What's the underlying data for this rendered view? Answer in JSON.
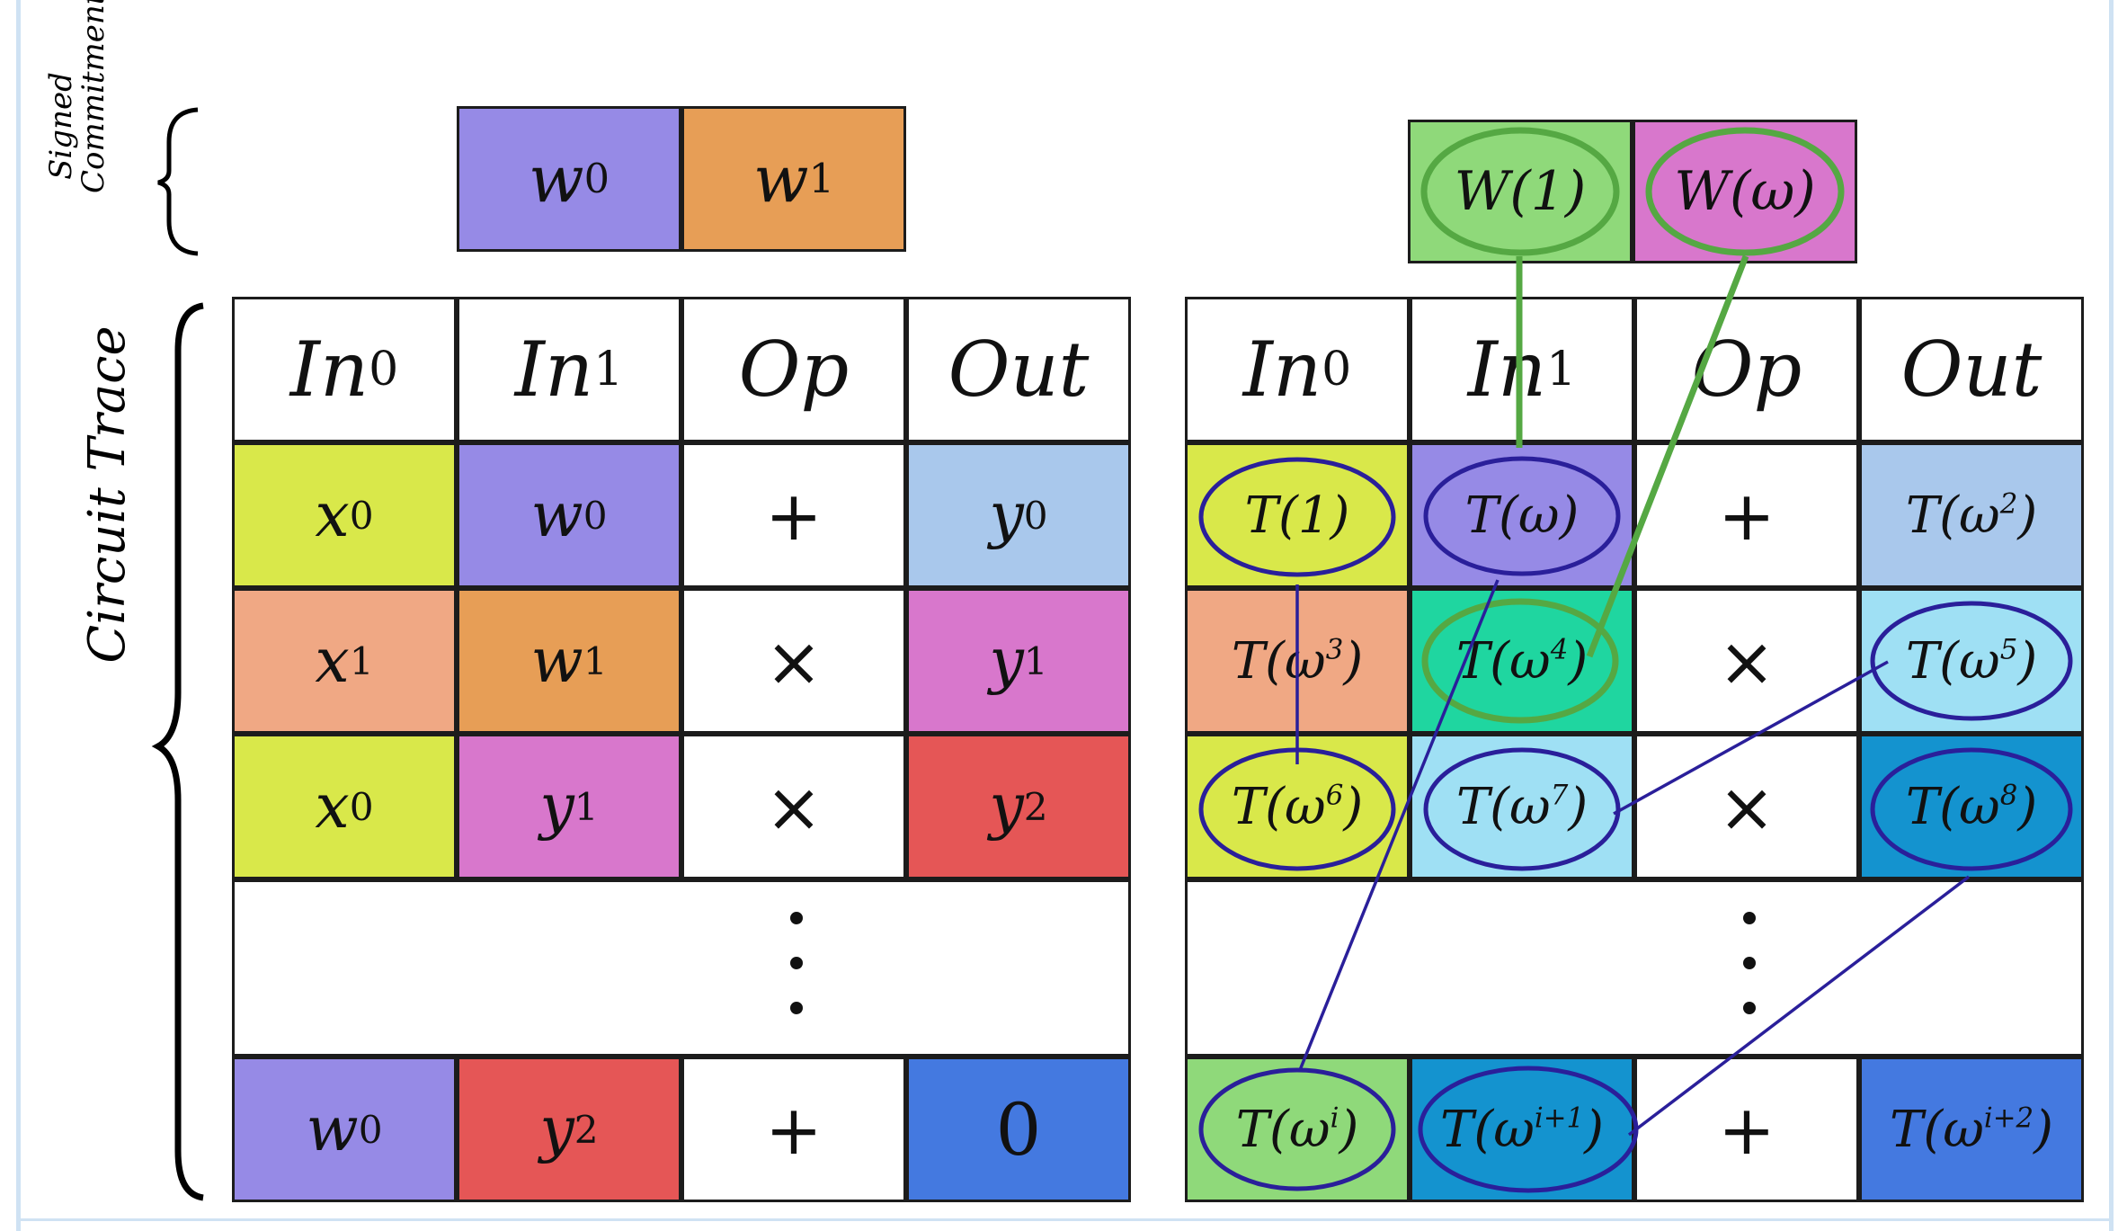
{
  "labels": {
    "signed_commitment_line1": "Signed",
    "signed_commitment_line2": "Commitment",
    "circuit_trace": "Circuit Trace"
  },
  "left_commitment": [
    {
      "sym": "w",
      "sub": "0",
      "color": "#968ae6"
    },
    {
      "sym": "w",
      "sub": "1",
      "color": "#e79e56"
    }
  ],
  "right_commitment": [
    {
      "text": "W(1)",
      "color": "#8fd97a"
    },
    {
      "text": "W(ω)",
      "color": "#d877cc"
    }
  ],
  "headers": [
    {
      "sym": "In",
      "sub": "0"
    },
    {
      "sym": "In",
      "sub": "1"
    },
    {
      "sym": "Op",
      "sub": ""
    },
    {
      "sym": "Out",
      "sub": ""
    }
  ],
  "left_rows": [
    [
      {
        "sym": "x",
        "sub": "0",
        "color": "#d9e84a"
      },
      {
        "sym": "w",
        "sub": "0",
        "color": "#968ae6"
      },
      {
        "op": "+",
        "color": "#ffffff"
      },
      {
        "sym": "y",
        "sub": "0",
        "color": "#a9c8ec"
      }
    ],
    [
      {
        "sym": "x",
        "sub": "1",
        "color": "#f0a884"
      },
      {
        "sym": "w",
        "sub": "1",
        "color": "#e79e56"
      },
      {
        "op": "×",
        "color": "#ffffff"
      },
      {
        "sym": "y",
        "sub": "1",
        "color": "#d877cc"
      }
    ],
    [
      {
        "sym": "x",
        "sub": "0",
        "color": "#d9e84a"
      },
      {
        "sym": "y",
        "sub": "1",
        "color": "#d877cc"
      },
      {
        "op": "×",
        "color": "#ffffff"
      },
      {
        "sym": "y",
        "sub": "2",
        "color": "#e55656"
      }
    ],
    [
      {
        "sym": "w",
        "sub": "0",
        "color": "#968ae6"
      },
      {
        "sym": "y",
        "sub": "2",
        "color": "#e55656"
      },
      {
        "op": "+",
        "color": "#ffffff"
      },
      {
        "zero": "0",
        "color": "#4479e0"
      }
    ]
  ],
  "right_rows": [
    [
      {
        "base": "T(1)",
        "sup": "",
        "color": "#d9e84a"
      },
      {
        "base": "T(ω)",
        "sup": "",
        "color": "#968ae6"
      },
      {
        "op": "+",
        "color": "#ffffff"
      },
      {
        "base": "T(ω",
        "sup": "2",
        "color": "#a9c8ec"
      }
    ],
    [
      {
        "base": "T(ω",
        "sup": "3",
        "color": "#f0a884"
      },
      {
        "base": "T(ω",
        "sup": "4",
        "color": "#1fd6a0"
      },
      {
        "op": "×",
        "color": "#ffffff"
      },
      {
        "base": "T(ω",
        "sup": "5",
        "color": "#9fe0f4"
      }
    ],
    [
      {
        "base": "T(ω",
        "sup": "6",
        "color": "#d9e84a"
      },
      {
        "base": "T(ω",
        "sup": "7",
        "color": "#9fe0f4"
      },
      {
        "op": "×",
        "color": "#ffffff"
      },
      {
        "base": "T(ω",
        "sup": "8",
        "color": "#1493cf"
      }
    ],
    [
      {
        "base": "T(ω",
        "sup": "i",
        "color": "#8fd97a"
      },
      {
        "base": "T(ω",
        "sup": "i+1",
        "color": "#1493cf"
      },
      {
        "op": "+",
        "color": "#ffffff"
      },
      {
        "base": "T(ω",
        "sup": "i+2",
        "color": "#4479e0"
      }
    ]
  ],
  "colors": {
    "border": "#1c1c1c",
    "copy_link": "#2a1f9a",
    "commit_link": "#55a843",
    "frame": "#cfe2f3"
  }
}
